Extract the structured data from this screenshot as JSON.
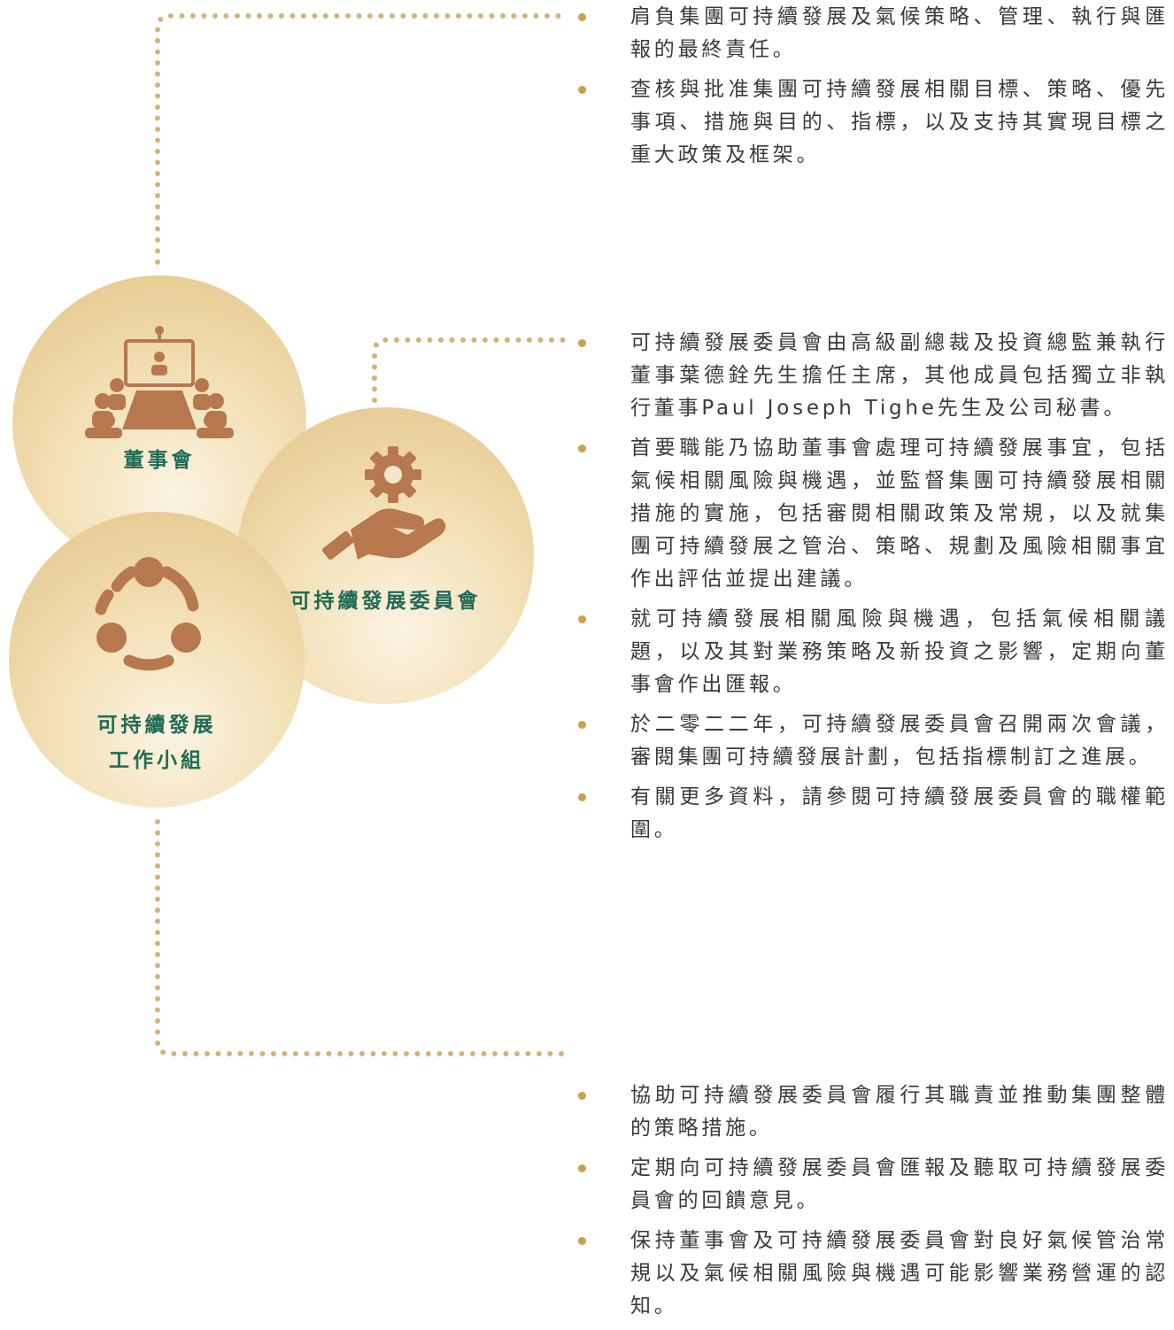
{
  "colors": {
    "label_green": "#1e6b55",
    "dots_gold": "#d2b477",
    "icon_copper": "#b7784e",
    "circle_gold": "#e8cd96",
    "bullet_gold": "#c9a14a"
  },
  "nodes": {
    "board": {
      "label": "董事會",
      "icon": "boardroom-icon"
    },
    "committee": {
      "label": "可持續發展委員會",
      "icon": "hand-gear-icon"
    },
    "working_group": {
      "label_line1": "可持續發展",
      "label_line2": "工作小組",
      "icon": "people-circle-icon"
    }
  },
  "board_duties": [
    "肩負集團可持續發展及氣候策略、管理、執行與匯報的最終責任。",
    "查核與批准集團可持續發展相關目標、策略、優先事項、措施與目的、指標，以及支持其實現目標之重大政策及框架。"
  ],
  "committee_duties": [
    "可持續發展委員會由高級副總裁及投資總監兼執行董事葉德銓先生擔任主席，其他成員包括獨立非執行董事Paul Joseph Tighe先生及公司秘書。",
    "首要職能乃協助董事會處理可持續發展事宜，包括氣候相關風險與機遇，並監督集團可持續發展相關措施的實施，包括審閱相關政策及常規，以及就集團可持續發展之管治、策略、規劃及風險相關事宜作出評估並提出建議。",
    "就可持續發展相關風險與機遇，包括氣候相關議題，以及其對業務策略及新投資之影響，定期向董事會作出匯報。",
    "於二零二二年，可持續發展委員會召開兩次會議，審閱集團可持續發展計劃，包括指標制訂之進展。",
    "有關更多資料，請參閱可持續發展委員會的職權範圍。"
  ],
  "working_group_duties": [
    "協助可持續發展委員會履行其職責並推動集團整體的策略措施。",
    "定期向可持續發展委員會匯報及聽取可持續發展委員會的回饋意見。",
    "保持董事會及可持續發展委員會對良好氣候管治常規以及氣候相關風險與機遇可能影響業務營運的認知。"
  ]
}
